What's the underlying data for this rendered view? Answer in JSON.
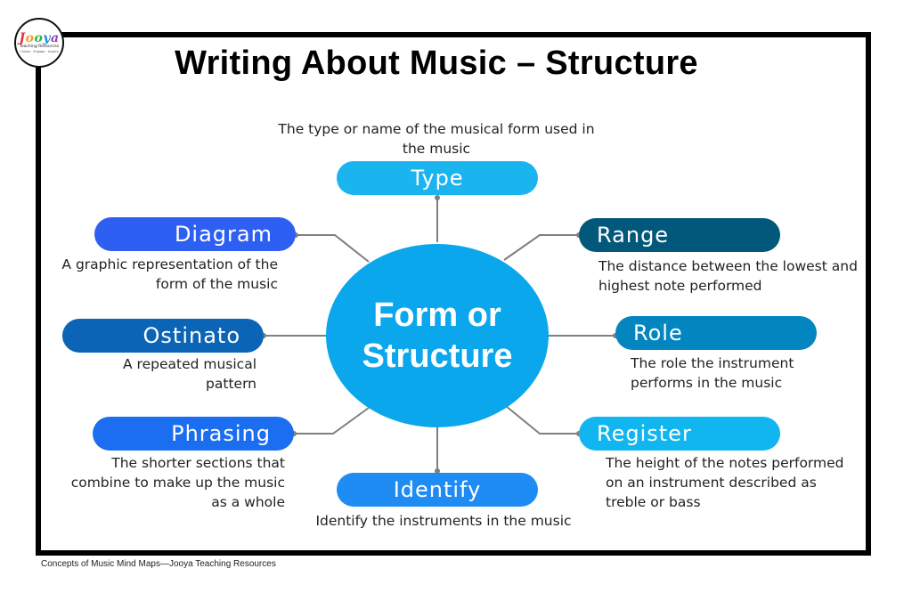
{
  "logo": {
    "letters": [
      "J",
      "o",
      "o",
      "y",
      "a"
    ],
    "subtitle": "Teaching Resources",
    "tagline": "Create · Engage · Inspire"
  },
  "title": "Writing About Music – Structure",
  "center": {
    "line1": "Form or",
    "line2": "Structure",
    "color": "#0aa7ec"
  },
  "nodes": {
    "type": {
      "label": "Type",
      "description": "The type or name of the musical form used in the music",
      "color": "#1ab4ee"
    },
    "range": {
      "label": "Range",
      "description": "The distance between the lowest and highest note performed",
      "color": "#02587a"
    },
    "role": {
      "label": "Role",
      "description": "The role the instrument performs in the music",
      "color": "#0385bf"
    },
    "register": {
      "label": "Register",
      "description": "The height of the notes performed on an instrument described as treble or bass",
      "color": "#11b6f0"
    },
    "identify": {
      "label": "Identify",
      "description": "Identify the instruments in the music",
      "color": "#1e8cf2"
    },
    "phrasing": {
      "label": "Phrasing",
      "description": "The shorter sections that combine to make up the music as a whole",
      "color": "#1b6ef0"
    },
    "ostinato": {
      "label": "Ostinato",
      "description": "A repeated musical pattern",
      "color": "#0b64b5"
    },
    "diagram": {
      "label": "Diagram",
      "description": "A graphic representation of the form of the music",
      "color": "#2e5ff3"
    }
  },
  "connector_color": "#7f7f7f",
  "footer": "Concepts of Music Mind Maps—Jooya Teaching Resources"
}
